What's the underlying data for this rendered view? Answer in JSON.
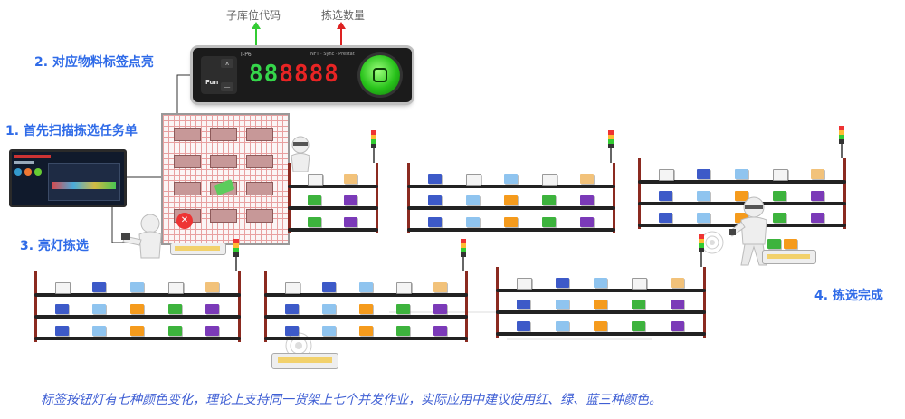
{
  "labels": {
    "sub_location_code": "子库位代码",
    "pick_quantity": "拣选数量"
  },
  "steps": {
    "step1": "1. 首先扫描拣选任务单",
    "step2": "2. 对应物料标签点亮",
    "step3": "3. 亮灯拣选",
    "step4": "4. 拣选完成"
  },
  "device": {
    "model": "T-P6",
    "mode_text": "NFT · Sync · Prestat",
    "fn_label": "Fun",
    "green_digits": "88",
    "red_digits": "8888",
    "btn_up": "∧",
    "btn_down": "—"
  },
  "footer": "标签按钮灯有七种颜色变化，理论上支持同一货架上七个并发作业，实际应用中建议使用红、绿、蓝三种颜色。",
  "colors": {
    "arrow_green": "#33cc33",
    "arrow_red": "#dd2222",
    "step_blue": "#2f6be8",
    "footer_blue": "#3f5fd4"
  }
}
